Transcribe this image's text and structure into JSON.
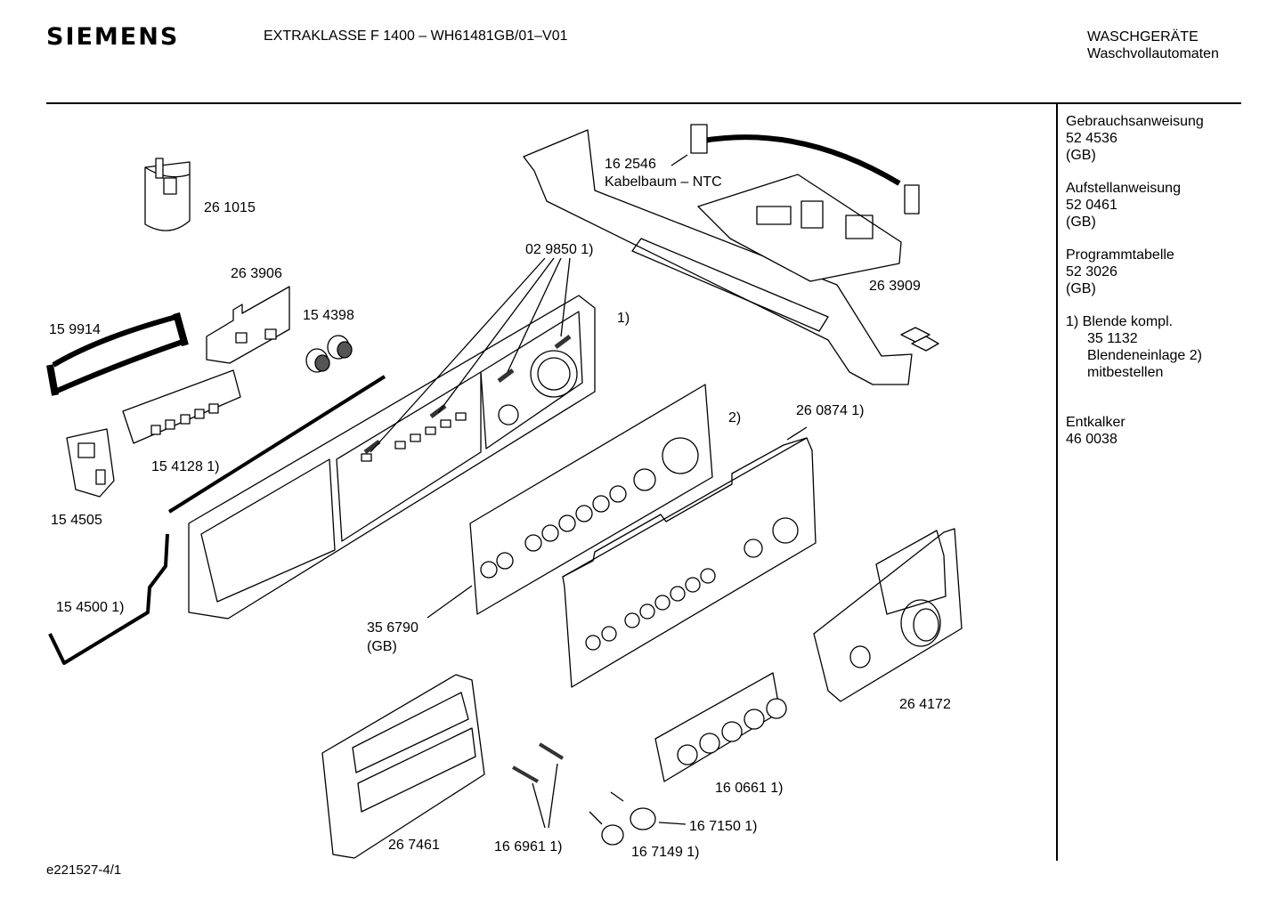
{
  "header": {
    "brand": "SIEMENS",
    "model": "EXTRAKLASSE F 1400 – WH61481GB/01–V01",
    "category": "WASCHGERÄTE",
    "subcategory": "Waschvollautomaten"
  },
  "documents": [
    {
      "title": "Gebrauchsanweisung",
      "number": "52 4536",
      "lang": "(GB)"
    },
    {
      "title": "Aufstellanweisung",
      "number": "52 0461",
      "lang": "(GB)"
    },
    {
      "title": "Programmtabelle",
      "number": "52 3026",
      "lang": "(GB)"
    }
  ],
  "footnote": {
    "line1": "1) Blende kompl.",
    "line2": "35 1132",
    "line3": "Blendeneinlage 2)",
    "line4": "mitbestellen"
  },
  "descaler": {
    "title": "Entkalker",
    "number": "46 0038"
  },
  "parts": {
    "p261015": "26 1015",
    "p263906": "26 3906",
    "p159914": "15 9914",
    "p154398": "15 4398",
    "p162546": "16 2546",
    "kabelbaum": "Kabelbaum – NTC",
    "p029850": "02 9850 1)",
    "p263909": "26 3909",
    "fn1": "1)",
    "fn2": "2)",
    "p260874": "26 0874 1)",
    "p154128": "15 4128 1)",
    "p154505": "15 4505",
    "p154500": "15 4500 1)",
    "p356790": "35 6790",
    "p356790_lang": "(GB)",
    "p264172": "26 4172",
    "p160661": "16 0661 1)",
    "p167150": "16 7150 1)",
    "p167149": "16 7149 1)",
    "p166961": "16 6961 1)",
    "p267461": "26 7461"
  },
  "doc_id": "e221527-4/1"
}
